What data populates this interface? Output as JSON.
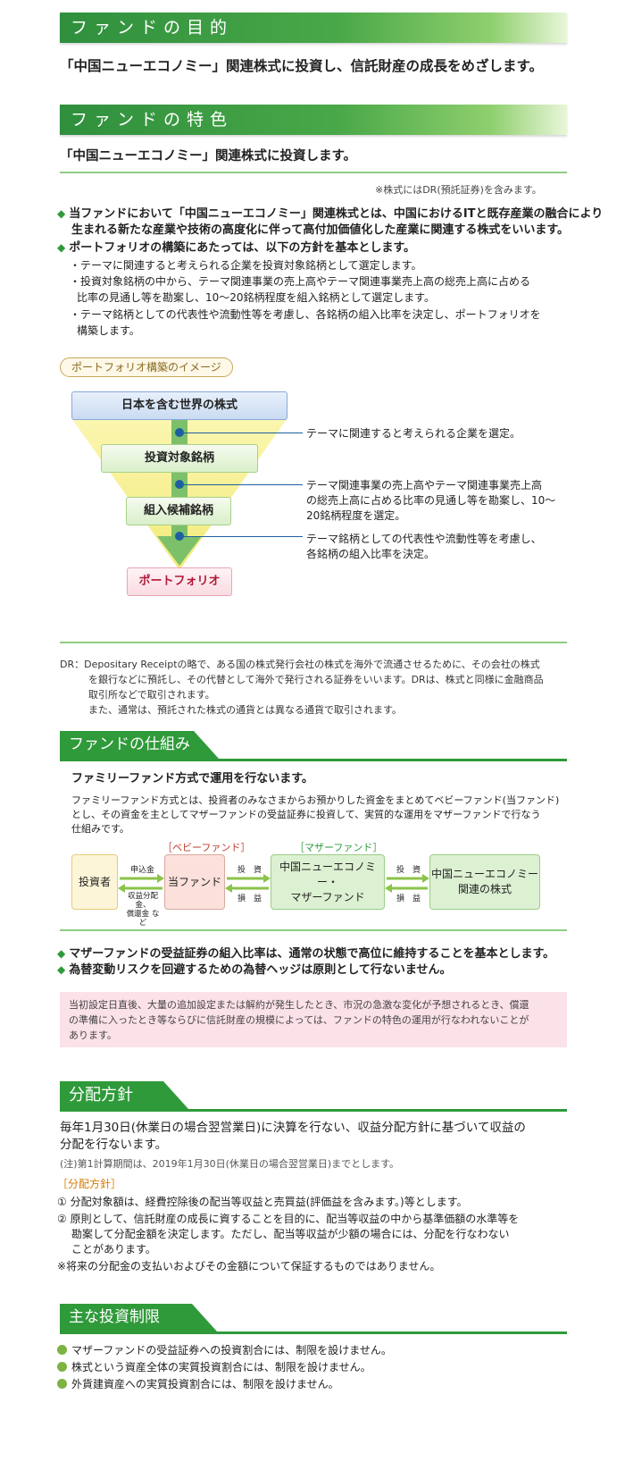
{
  "purpose": {
    "heading": "ファンドの目的",
    "text": "「中国ニューエコノミー」関連株式に投資し、信託財産の成長をめざします。"
  },
  "features": {
    "heading": "ファンドの特色",
    "subheading": "「中国ニューエコノミー」関連株式に投資します。",
    "note": "※株式にはDR(預託証券)を含みます。",
    "bullet1_line1": "当ファンドにおいて「中国ニューエコノミー」関連株式とは、中国におけるITと既存産業の融合により",
    "bullet1_line2": "生まれる新たな産業や技術の高度化に伴って高付加価値化した産業に関連する株式をいいます。",
    "bullet2": "ポートフォリオの構築にあたっては、以下の方針を基本とします。",
    "sub1": "・テーマに関連すると考えられる企業を投資対象銘柄として選定します。",
    "sub2_line1": "・投資対象銘柄の中から、テーマ関連事業の売上高やテーマ関連事業売上高の総売上高に占める",
    "sub2_line2": "比率の見通し等を勘案し、10～20銘柄程度を組入銘柄として選定します。",
    "sub3_line1": "・テーマ銘柄としての代表性や流動性等を考慮し、各銘柄の組入比率を決定し、ポートフォリオを",
    "sub3_line2": "構築します。"
  },
  "portfolio_image": {
    "label": "ポートフォリオ構築のイメージ",
    "stage1": "日本を含む世界の株式",
    "stage2": "投資対象銘柄",
    "stage3": "組入候補銘柄",
    "stage4": "ポートフォリオ",
    "note1": "テーマに関連すると考えられる企業を選定。",
    "note2_line1": "テーマ関連事業の売上高やテーマ関連事業売上高",
    "note2_line2": "の総売上高に占める比率の見通し等を勘案し、10～",
    "note2_line3": "20銘柄程度を選定。",
    "note3_line1": "テーマ銘柄としての代表性や流動性等を考慮し、",
    "note3_line2": "各銘柄の組入比率を決定。"
  },
  "dr": {
    "line1": "DR：Depositary Receiptの略で、ある国の株式発行会社の株式を海外で流通させるために、その会社の株式",
    "line2": "を銀行などに預託し、その代替として海外で発行される証券をいいます。DRは、株式と同様に金融商品",
    "line3": "取引所などで取引されます。",
    "line4": "また、通常は、預託された株式の通貨とは異なる通貨で取引されます。"
  },
  "structure": {
    "heading": "ファンドの仕組み",
    "subheading": "ファミリーファンド方式で運用を行ないます。",
    "desc_line1": "ファミリーファンド方式とは、投資者のみなさまからお預かりした資金をまとめてベビーファンド(当ファンド)",
    "desc_line2": "とし、その資金を主としてマザーファンドの受益証券に投資して、実質的な運用をマザーファンドで行なう",
    "desc_line3": "仕組みです。",
    "baby_label": "［ベビーファンド］",
    "mother_label": "［マザーファンド］",
    "investor": "投資者",
    "our_fund": "当ファンド",
    "mother_fund_line1": "中国ニューエコノミー・",
    "mother_fund_line2": "マザーファンド",
    "stocks_line1": "中国ニューエコノミー",
    "stocks_line2": "関連の株式",
    "subscription": "申込金",
    "returns_line1": "収益分配金、",
    "returns_line2": "償還金 など",
    "invest1": "投　資",
    "profit1": "損　益",
    "invest2": "投　資",
    "profit2": "損　益",
    "point1": "マザーファンドの受益証券の組入比率は、通常の状態で高位に維持することを基本とします。",
    "point2": "為替変動リスクを回避するための為替ヘッジは原則として行ないません。",
    "caution_line1": "当初設定日直後、大量の追加設定または解約が発生したとき、市況の急激な変化が予想されるとき、償還",
    "caution_line2": "の準備に入ったとき等ならびに信託財産の規模によっては、ファンドの特色の運用が行なわれないことが",
    "caution_line3": "あります。"
  },
  "distribution": {
    "heading": "分配方針",
    "main_line1": "毎年1月30日(休業日の場合翌営業日)に決算を行ない、収益分配方針に基づいて収益の",
    "main_line2": "分配を行ないます。",
    "note": "(注)第1計算期間は、2019年1月30日(休業日の場合翌営業日)までとします。",
    "policy_label": "［分配方針］",
    "item1": "① 分配対象額は、経費控除後の配当等収益と売買益(評価益を含みます。)等とします。",
    "item2_line1": "② 原則として、信託財産の成長に資することを目的に、配当等収益の中から基準価額の水準等を",
    "item2_line2": "勘案して分配金額を決定します。ただし、配当等収益が少額の場合には、分配を行なわない",
    "item2_line3": "ことがあります。",
    "disclaimer": "※将来の分配金の支払いおよびその金額について保証するものではありません。"
  },
  "restrictions": {
    "heading": "主な投資制限",
    "item1": "マザーファンドの受益証券への投資割合には、制限を設けません。",
    "item2": "株式という資産全体の実質投資割合には、制限を設けません。",
    "item3": "外貨建資産への実質投資割合には、制限を設けません。"
  },
  "colors": {
    "accent_green": "#2e9a3a",
    "caution_bg": "#fbe1e8"
  }
}
